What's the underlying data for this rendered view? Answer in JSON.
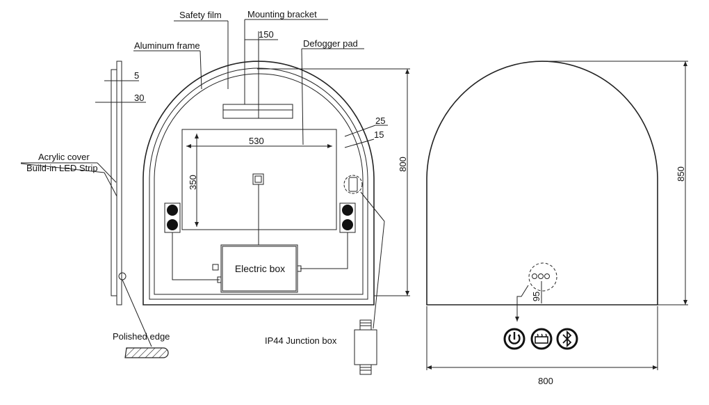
{
  "labels": {
    "safety_film": "Safety film",
    "mounting_bracket": "Mounting bracket",
    "aluminum_frame": "Aluminum frame",
    "defogger_pad": "Defogger pad",
    "acrylic_cover": "Acrylic cover",
    "led_strip": "Build-in LED Strip",
    "electric_box": "Electric box",
    "polished_edge": "Polished edge",
    "junction_box": "IP44 Junction box"
  },
  "dimensions": {
    "bracket_width": "150",
    "side_5": "5",
    "side_30": "30",
    "defogger_width": "530",
    "defogger_height": "350",
    "inset_25": "25",
    "inset_15": "15",
    "back_height": "800",
    "front_height": "850",
    "front_width": "800",
    "switch_offset": "95"
  },
  "front_controls": [
    "power-icon",
    "defogger-icon",
    "bluetooth-icon"
  ]
}
